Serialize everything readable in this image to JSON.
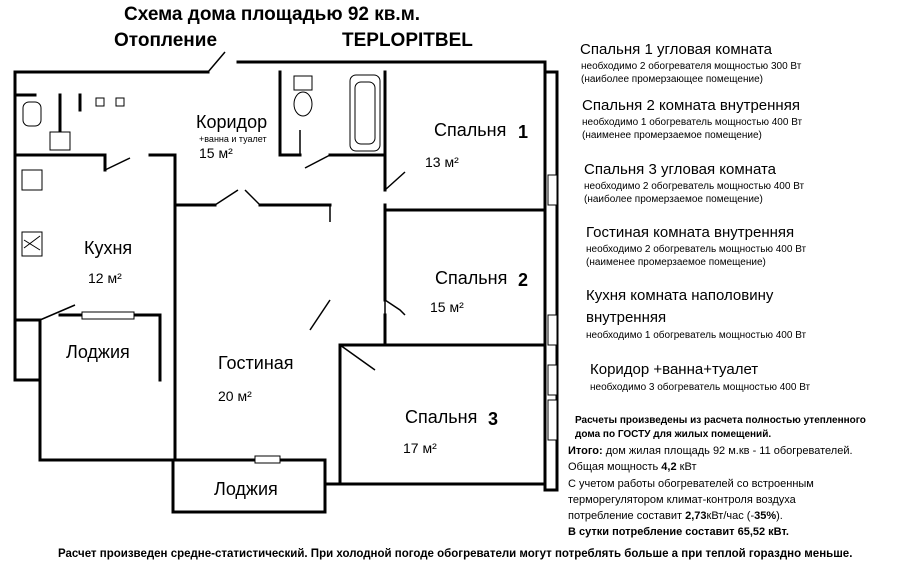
{
  "header": {
    "title_line1": "Схема дома площадью  92 кв.м.",
    "title_heating": "Отопление",
    "title_brand": "TEPLOPITBEL"
  },
  "plan": {
    "corridor": {
      "name": "Коридор",
      "note": "+ванна и туалет",
      "area": "15 м²"
    },
    "bedroom1": {
      "name": "Спальня",
      "num": "1",
      "area": "13 м²"
    },
    "bedroom2": {
      "name": "Спальня",
      "num": "2",
      "area": "15 м²"
    },
    "bedroom3": {
      "name": "Спальня",
      "num": "3",
      "area": "17 м²"
    },
    "kitchen": {
      "name": "Кухня",
      "area": "12 м²"
    },
    "living": {
      "name": "Гостиная",
      "area": "20 м²"
    },
    "loggia_left": "Лоджия",
    "loggia_bottom": "Лоджия"
  },
  "rooms_info": [
    {
      "head": "Спальня 1 угловая комната",
      "lines": [
        "необходимо 2 обогревателя мощностью 300 Вт",
        "(наиболее промерзающее помещение)"
      ]
    },
    {
      "head": "Спальня 2 комната внутренняя",
      "lines": [
        "необходимо 1 обогреватель мощностью 400 Вт",
        "(наименее промерзаемое помещение)"
      ]
    },
    {
      "head": "Спальня 3 угловая комната",
      "lines": [
        "необходимо 2 обогреватель мощностью 400 Вт",
        "(наиболее промерзаемое помещение)"
      ]
    },
    {
      "head": "Гостиная  комната внутренняя",
      "lines": [
        "необходимо 2 обогреватель мощностью 400 Вт",
        "(наименее промерзаемое помещение)"
      ]
    },
    {
      "head": "Кухня комната наполовину",
      "head2": "внутренняя",
      "lines": [
        "необходимо 1 обогреватель мощностью 400 Вт"
      ]
    },
    {
      "head": "Коридор +ванна+туалет",
      "lines": [
        "необходимо 3 обогреватель мощностью 400 Вт"
      ]
    }
  ],
  "calc": {
    "intro1": "Расчеты произведены из расчета полностью утепленного",
    "intro2": "дома по ГОСТУ для жилых помещений.",
    "total_label": "Итого:",
    "total_text": " дом жилая площадь 92 м.кв - 11 обогревателей.",
    "power_label": "Общая мощность ",
    "power_value": "4,2 ",
    "power_unit": "кВт",
    "line_a": "С учетом работы обогревателей со встроенным",
    "line_b": "терморегулятором климат-контроля воздуха",
    "line_c_pre": "потребление  составит  ",
    "line_c_val": "2,73",
    "line_c_unit": "кВт/час (-",
    "line_c_pct": "35%",
    "line_c_end": ").",
    "daily_pre": "В сутки потребление составит ",
    "daily_val": "65,52 кВт."
  },
  "footer": "Расчет произведен средне-статистический. При холодной погоде обогреватели могут потреблять больше а при теплой гораздно меньше."
}
